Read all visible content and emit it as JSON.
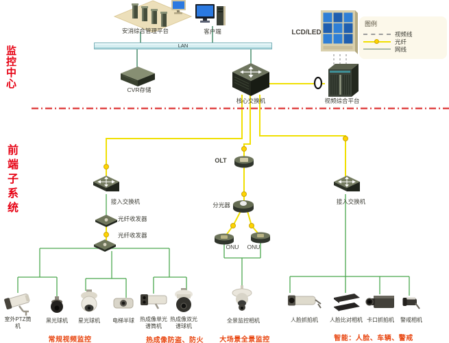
{
  "colors": {
    "fiber": "#f0df00",
    "fiber-dot": "#ffd400",
    "fiber-dot-edge": "#c9a30b",
    "net-top": "#2e7d57",
    "net": "#4aa74e",
    "video-line": "#9a9a9a",
    "divider": "#e04545",
    "title-red": "#e60012",
    "caption-red": "#e8440e",
    "lan-fill": "#d6eef1",
    "lan-edge": "#79b0b8"
  },
  "sections": {
    "monitoring_center": "监控中心",
    "frontend_subsystem": "前端子系统"
  },
  "legend": {
    "title": "图例",
    "video": "视频线",
    "fiber": "光纤",
    "net": "网线"
  },
  "nodes": {
    "mgmt_platform": "安消综合管理平台",
    "client": "客户端",
    "lan": "LAN",
    "lcd_wall": "LCD/LED",
    "cvr": "CVR存储",
    "core_switch": "核心交换机",
    "video_platform": "视频综合平台",
    "access_switch_left": "接入交换机",
    "fiber_transceiver_1": "光纤收发器",
    "fiber_transceiver_2": "光纤收发器",
    "olt": "OLT",
    "splitter": "分光器",
    "onu_left": "ONU",
    "onu_right": "ONU",
    "access_switch_right": "接入交换机"
  },
  "cameras": [
    {
      "label": "室外PTZ筒\n机"
    },
    {
      "label": "黑光球机"
    },
    {
      "label": "星光球机"
    },
    {
      "label": "电梯半球"
    },
    {
      "label": "热成像单光\n谱筒机"
    },
    {
      "label": "热成像双光\n谱球机"
    },
    {
      "label": "全景监控相机"
    },
    {
      "label": "人脸抓拍机"
    },
    {
      "label": "人脸比对相机"
    },
    {
      "label": "卡口抓拍机"
    },
    {
      "label": "警戒相机"
    }
  ],
  "captions": {
    "regular": "常规视频监控",
    "thermal": "热成像防盗、防火",
    "panorama": "大场景全景监控",
    "smart": "智能：人脸、车辆、警戒"
  }
}
